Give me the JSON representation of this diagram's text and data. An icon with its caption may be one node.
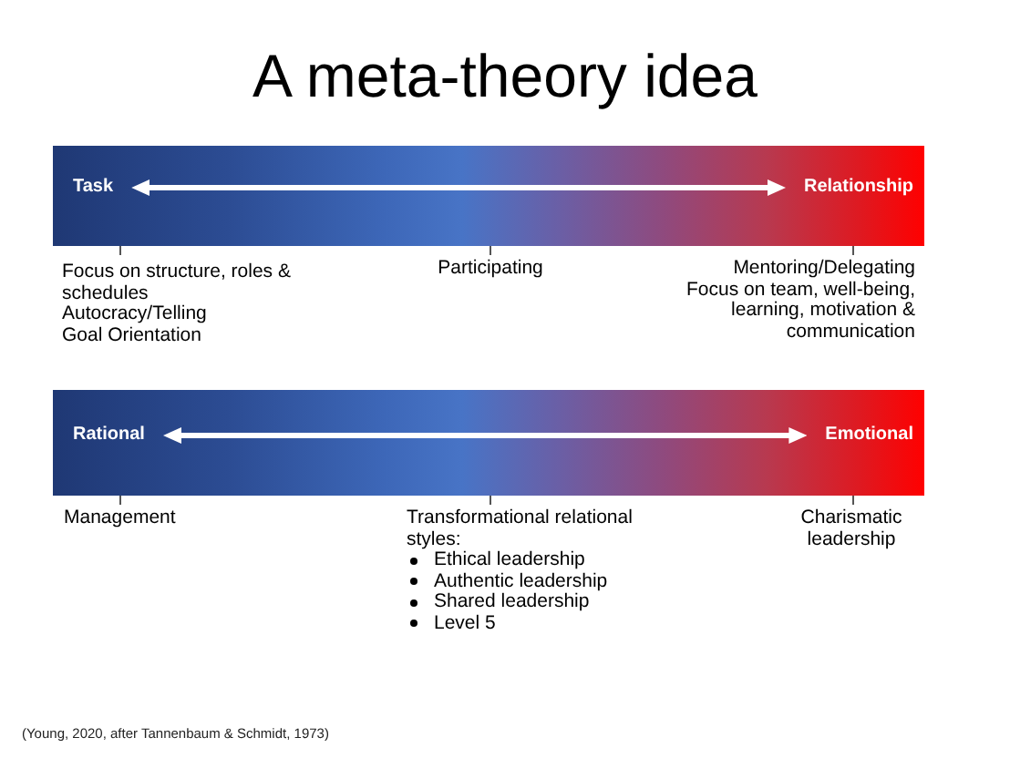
{
  "diagram": {
    "title": "A meta-theory idea",
    "caption": "(Young, 2020, after Tannenbaum & Schmidt, 1973)",
    "nodes": [
      {
        "text": [],
        "shape": "bar"
      },
      {
        "text": [
          "Task"
        ],
        "in": 0
      },
      {
        "text": [
          "Relationship"
        ],
        "in": 0
      },
      {
        "text": [],
        "shape": "bar"
      },
      {
        "text": [
          "Rational"
        ],
        "in": 3
      },
      {
        "text": [
          "Emotional"
        ],
        "in": 3
      }
    ],
    "edges": [
      {
        "from": 1,
        "to": 2,
        "arrow": "both"
      },
      {
        "from": 4,
        "to": 5,
        "arrow": "both"
      }
    ],
    "labels": [
      "Focus on structure, roles & schedules",
      "Autocracy/Telling",
      "Goal Orientation",
      "Participating",
      "Mentoring/Delegating",
      "Focus on team, well-being, learning, motivation & communication",
      "Management",
      "Transformational relational styles:",
      "Ethical leadership",
      "Authentic leadership",
      "Shared leadership",
      "Level 5",
      "Charismatic leadership"
    ]
  }
}
